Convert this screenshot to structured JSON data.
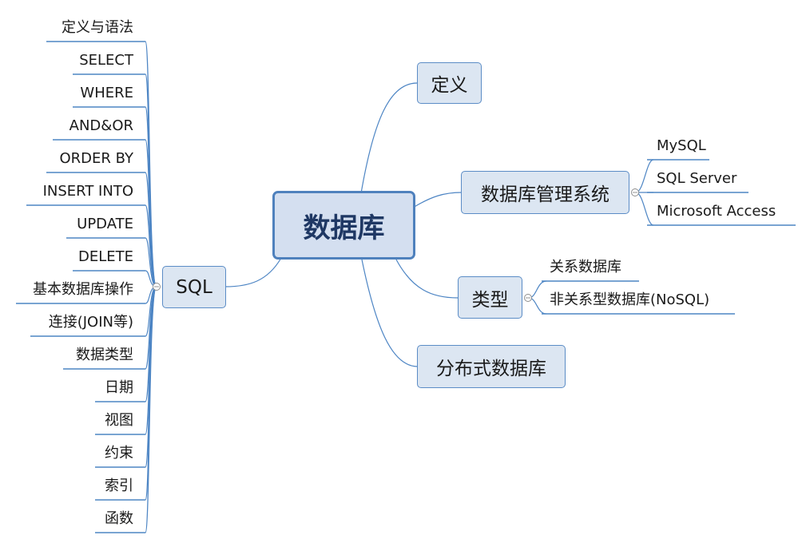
{
  "root": {
    "label": "数据库"
  },
  "branches": {
    "definition": {
      "label": "定义"
    },
    "dbms": {
      "label": "数据库管理系统",
      "children": [
        "MySQL",
        "SQL Server",
        "Microsoft Access"
      ]
    },
    "types": {
      "label": "类型",
      "children": [
        "关系数据库",
        "非关系型数据库(NoSQL)"
      ]
    },
    "distributed": {
      "label": "分布式数据库"
    },
    "sql": {
      "label": "SQL",
      "children": [
        "定义与语法",
        "SELECT",
        "WHERE",
        "AND&OR",
        "ORDER BY",
        "INSERT INTO",
        "UPDATE",
        "DELETE",
        "基本数据库操作",
        "连接(JOIN等)",
        "数据类型",
        "日期",
        "视图",
        "约束",
        "索引",
        "函数"
      ]
    }
  },
  "colors": {
    "connector": "#4d85c4",
    "root_fill": "#d4dff0",
    "root_border": "#4f81bd",
    "branch_fill": "#dce6f2",
    "branch_border": "#5b8cc6"
  }
}
